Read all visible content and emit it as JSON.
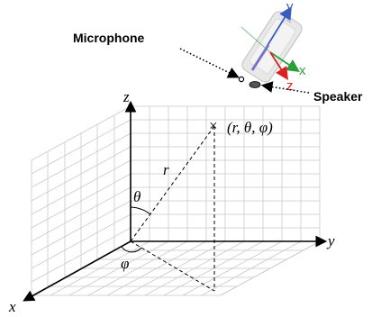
{
  "labels": {
    "microphone": "Microphone",
    "speaker": "Speaker",
    "axis_z": "z",
    "axis_y": "y",
    "axis_x": "x",
    "radius": "r",
    "theta": "θ",
    "phi": "φ",
    "point": "(r, θ, φ)"
  },
  "phone_axes": {
    "y": "y",
    "x": "x",
    "z": "z"
  },
  "colors": {
    "phone_y_axis": "#3b5bbf",
    "phone_x_axis": "#2e9e3a",
    "phone_z_axis": "#e02020",
    "phone_body": "#e8e8e8",
    "phone_center": "#7a72c8",
    "grid": "#c9c9c9"
  }
}
